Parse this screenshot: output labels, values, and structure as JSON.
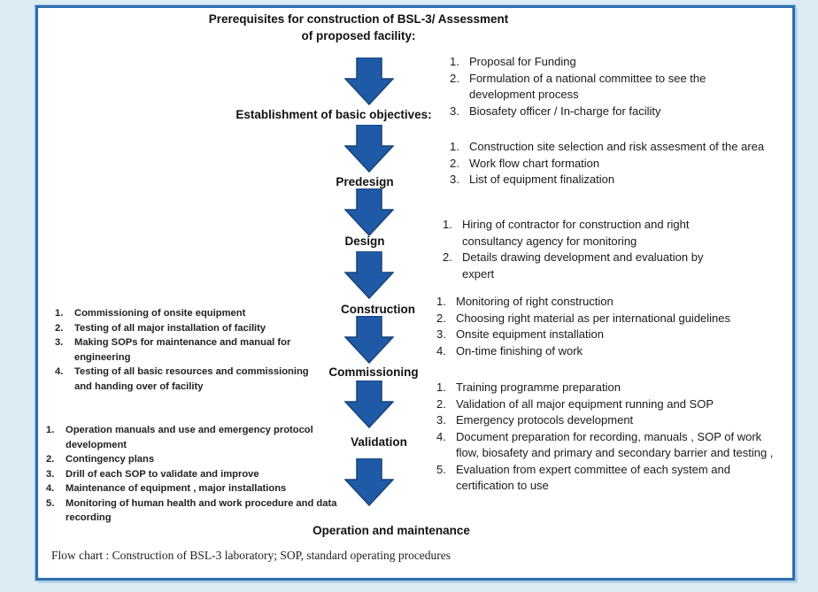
{
  "stages": [
    "Prerequisites for construction of BSL-3/ Assessment",
    "of  proposed facility:",
    "Establishment of basic objectives:",
    "Predesign",
    "Design",
    "Construction",
    "Commissioning",
    "Validation",
    "Operation and maintenance"
  ],
  "right_lists": [
    [
      {
        "num": "1.",
        "text": "Proposal for Funding"
      },
      {
        "num": "2.",
        "text": "Formulation of a national committee to see the development process"
      },
      {
        "num": "3.",
        "text": "Biosafety officer / In-charge for facility"
      }
    ],
    [
      {
        "num": "1.",
        "text": "Construction site selection and risk assesment of the area"
      },
      {
        "num": "2.",
        "text": "Work flow chart formation"
      },
      {
        "num": "3.",
        "text": "List of equipment finalization"
      }
    ],
    [
      {
        "num": "1.",
        "text": "Hiring of contractor for construction  and right consultancy agency for monitoring"
      },
      {
        "num": "2.",
        "text": "Details drawing development and evaluation by expert"
      }
    ],
    [
      {
        "num": "1.",
        "text": "Monitoring of right construction"
      },
      {
        "num": "2.",
        "text": "Choosing right material as per  international guidelines"
      },
      {
        "num": "3.",
        "text": "Onsite equipment installation"
      },
      {
        "num": "4.",
        "text": "On-time finishing of work"
      }
    ],
    [
      {
        "num": "1.",
        "text": "Training programme preparation"
      },
      {
        "num": "2.",
        "text": "Validation of all major equipment running and SOP"
      },
      {
        "num": "3.",
        "text": "Emergency protocols development"
      },
      {
        "num": "4.",
        "text": "Document preparation for recording, manuals , SOP of work flow, biosafety and primary and secondary barrier and testing ,"
      },
      {
        "num": "5.",
        "text": "Evaluation from expert committee of each system and certification to use"
      }
    ]
  ],
  "left_lists": [
    [
      {
        "num": "1.",
        "text": "Commissioning of onsite equipment"
      },
      {
        "num": "2.",
        "text": "Testing of all major installation of facility"
      },
      {
        "num": "3.",
        "text": "Making SOPs for maintenance and manual for engineering"
      },
      {
        "num": "4.",
        "text": "Testing of all basic resources and  commissioning and handing over of facility"
      }
    ],
    [
      {
        "num": "1.",
        "text": "Operation manuals and use and emergency protocol development"
      },
      {
        "num": "2.",
        "text": "Contingency plans"
      },
      {
        "num": "3.",
        "text": "Drill of each SOP to validate and improve"
      },
      {
        "num": "4.",
        "text": "Maintenance of equipment  , major installations"
      },
      {
        "num": "5.",
        "text": "Monitoring of human health and work procedure  and data recording"
      }
    ]
  ],
  "caption": "Flow chart : Construction of BSL-3 laboratory; SOP, standard operating procedures",
  "colors": {
    "arrow": "#1f5aa6",
    "arrow_edge": "#17427a",
    "border": "#2f6fb0",
    "background": "#dcecf4"
  }
}
